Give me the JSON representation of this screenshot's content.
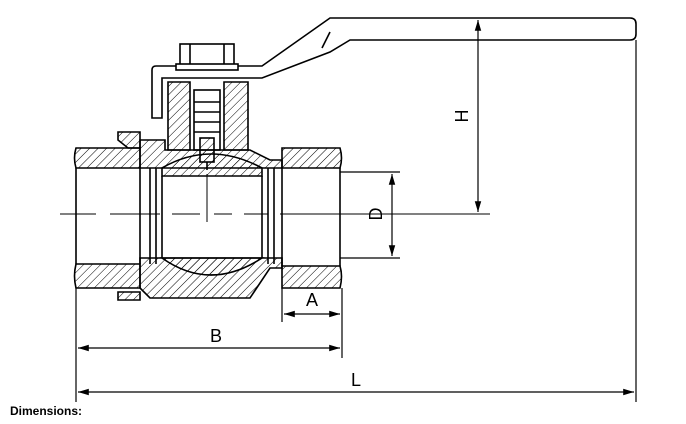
{
  "drawing": {
    "dimension_labels": {
      "L": "L",
      "B": "B",
      "A": "A",
      "D": "D",
      "H": "H"
    }
  },
  "caption": "Dimensions:",
  "colors": {
    "line": "#000000",
    "background": "#ffffff"
  }
}
